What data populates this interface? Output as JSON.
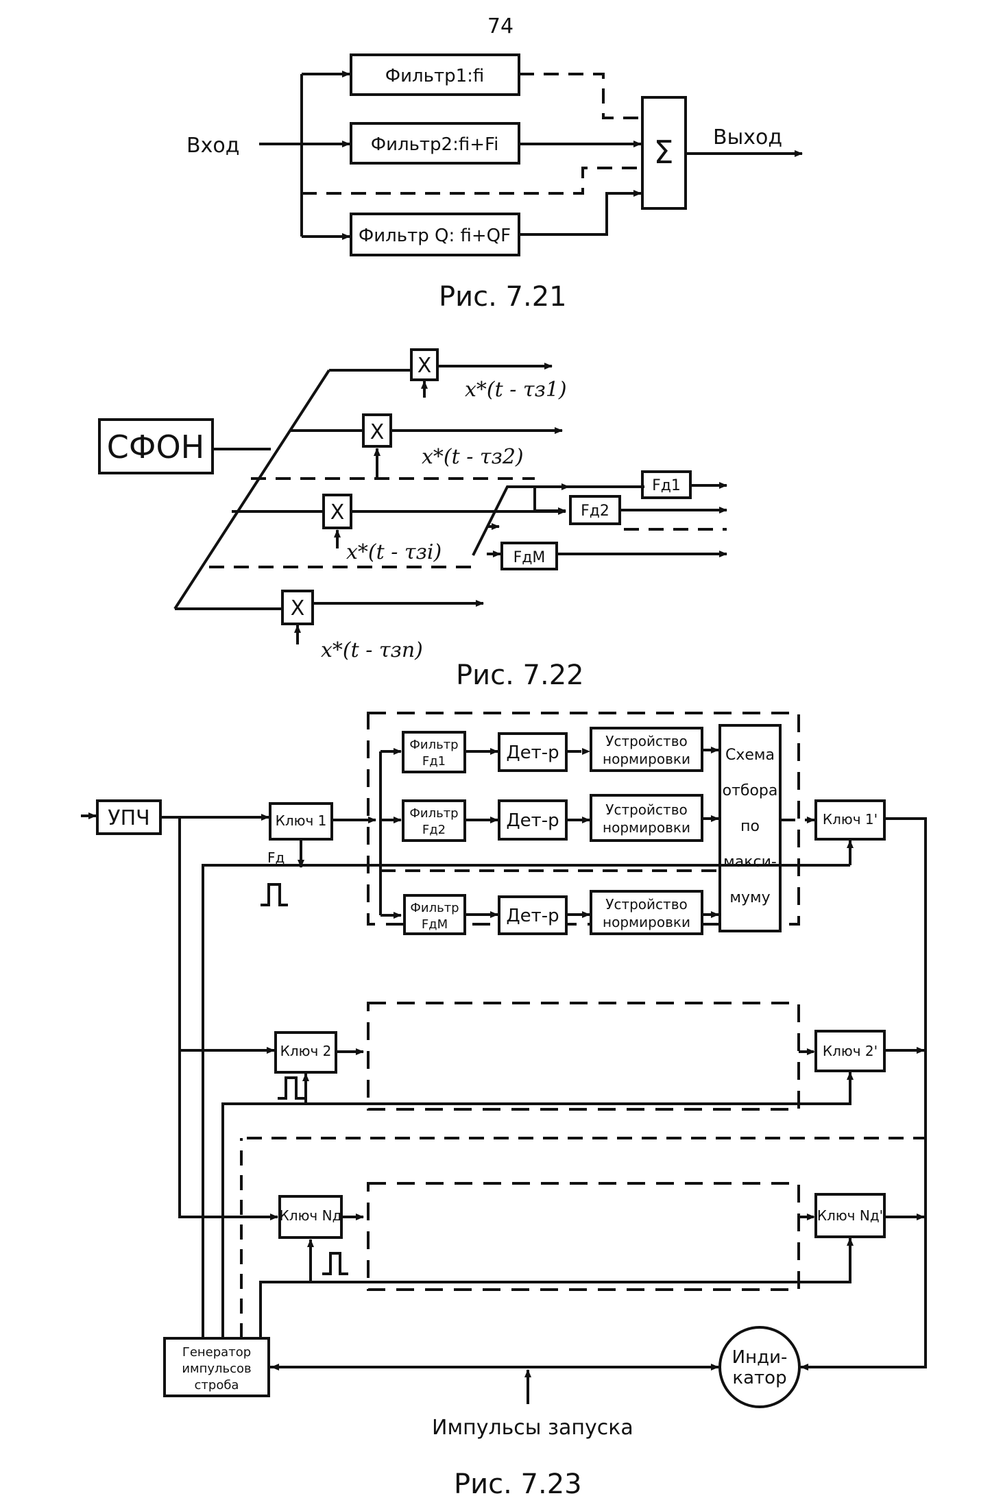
{
  "page_number": "74",
  "fig721": {
    "caption": "Рис. 7.21",
    "input": "Вход",
    "output": "Выход",
    "sum": "Σ",
    "filters": [
      "Фильтр1:fi",
      "Фильтр2:fi+Fi",
      "Фильтр Q: fi+QF"
    ]
  },
  "fig722": {
    "caption": "Рис. 7.22",
    "source": "СФОН",
    "mult": "X",
    "signals": [
      "x*(t - τз1)",
      "x*(t - τз2)",
      "x*(t - τзi)",
      "x*(t - τзn)"
    ],
    "filters": [
      "Fд1",
      "Fд2",
      "FдM"
    ]
  },
  "fig723": {
    "caption": "Рис. 7.23",
    "upch": "УПЧ",
    "key_in": [
      "Ключ 1",
      "Ключ 2",
      "Ключ Nд"
    ],
    "key_out": [
      "Ключ 1'",
      "Ключ 2'",
      "Ключ Nд'"
    ],
    "filters": [
      [
        "Фильтр",
        "Fд1"
      ],
      [
        "Фильтр",
        "Fд2"
      ],
      [
        "Фильтр",
        "FдM"
      ]
    ],
    "detector": "Дет-р",
    "norm": [
      "Устройство",
      "нормировки"
    ],
    "select": [
      "Схема",
      "отбора",
      "по",
      "макси-",
      "муму"
    ],
    "generator": [
      "Генератор",
      "импульсов",
      "строба"
    ],
    "indicator": [
      "Инди-",
      "катор"
    ],
    "trigger": "Импульсы запуска",
    "gate_label": "Fд"
  }
}
